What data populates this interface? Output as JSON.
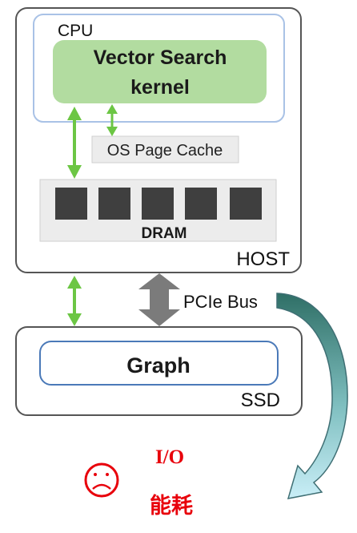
{
  "host": {
    "label": "HOST",
    "cpu": {
      "label": "CPU",
      "kernel_line1": "Vector Search",
      "kernel_line2": "kernel"
    },
    "page_cache": "OS Page Cache",
    "dram": {
      "label": "DRAM",
      "chip_count": 5
    }
  },
  "bus": {
    "label": "PCIe Bus"
  },
  "ssd": {
    "label": "SSD",
    "graph": "Graph"
  },
  "annotation": {
    "face_icon": "sad-face-icon",
    "io": "I/O",
    "energy": "能耗"
  },
  "colors": {
    "green_arrow": "#6cc644",
    "kernel_fill": "#b2dca0",
    "cpu_border": "#a9c2e6",
    "graph_border": "#4a79b8",
    "box_border": "#555555",
    "annotation_red": "#e8000b",
    "curve_arrow_top": "#2f6f66",
    "curve_arrow_bottom": "#bde6f0"
  }
}
